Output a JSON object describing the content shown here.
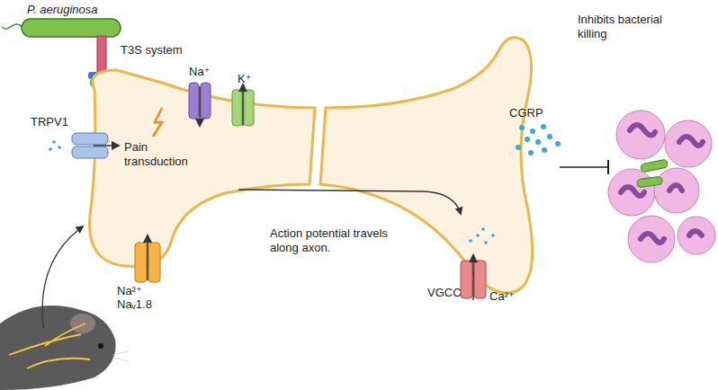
{
  "diagram": {
    "labels": [
      "P. aeruginosa",
      "T3S system",
      "Na⁺",
      "K⁺",
      "TRPV1",
      "Pain transduction",
      "Na²⁺",
      "Naᵥ1.8",
      "Action potential travels along axon.",
      "VGCC",
      "Ca²⁺",
      "CGRP",
      "Inhibits bacterial killing"
    ]
  }
}
